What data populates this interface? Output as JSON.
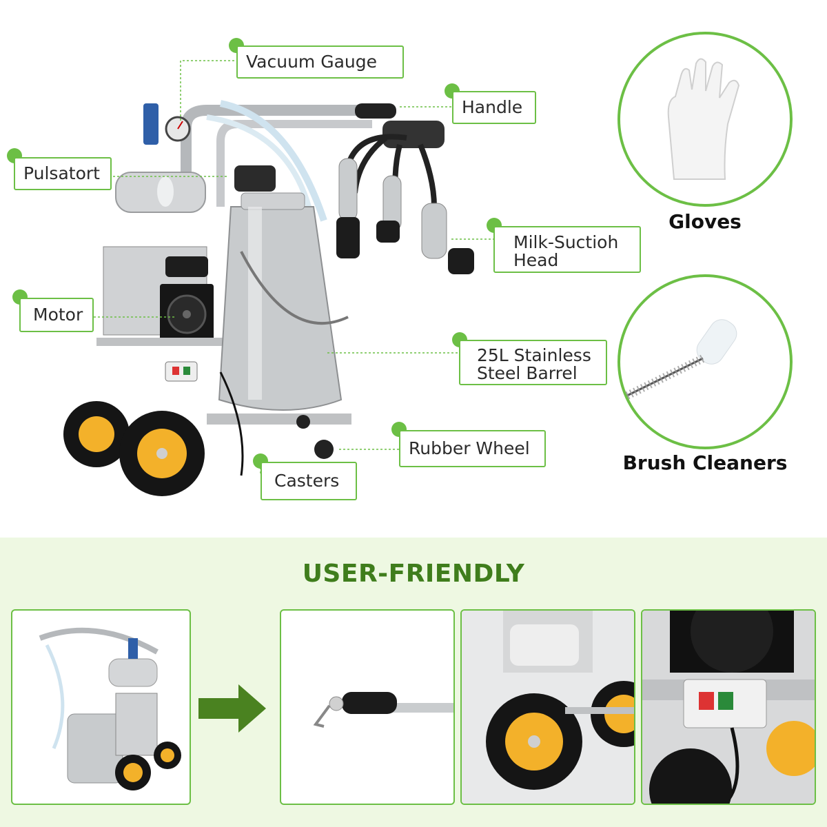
{
  "callouts": {
    "vacuum_gauge": "Vacuum Gauge",
    "handle": "Handle",
    "pulsator": "Pulsatort",
    "milk_suction_head_line1": "Milk-Suctioh",
    "milk_suction_head_line2": "Head",
    "motor": "Motor",
    "barrel_line1": "25L Stainless",
    "barrel_line2": "Steel Barrel",
    "rubber_wheel": "Rubber Wheel",
    "casters": "Casters"
  },
  "accessories": {
    "gloves": "Gloves",
    "brush_cleaners": "Brush Cleaners"
  },
  "section": {
    "heading": "USER-FRIENDLY"
  },
  "colors": {
    "accent_green": "#6cbf45",
    "heading_green": "#3f7d1c",
    "band_background": "#eef8e2",
    "wheel_yellow": "#f3b12a"
  }
}
